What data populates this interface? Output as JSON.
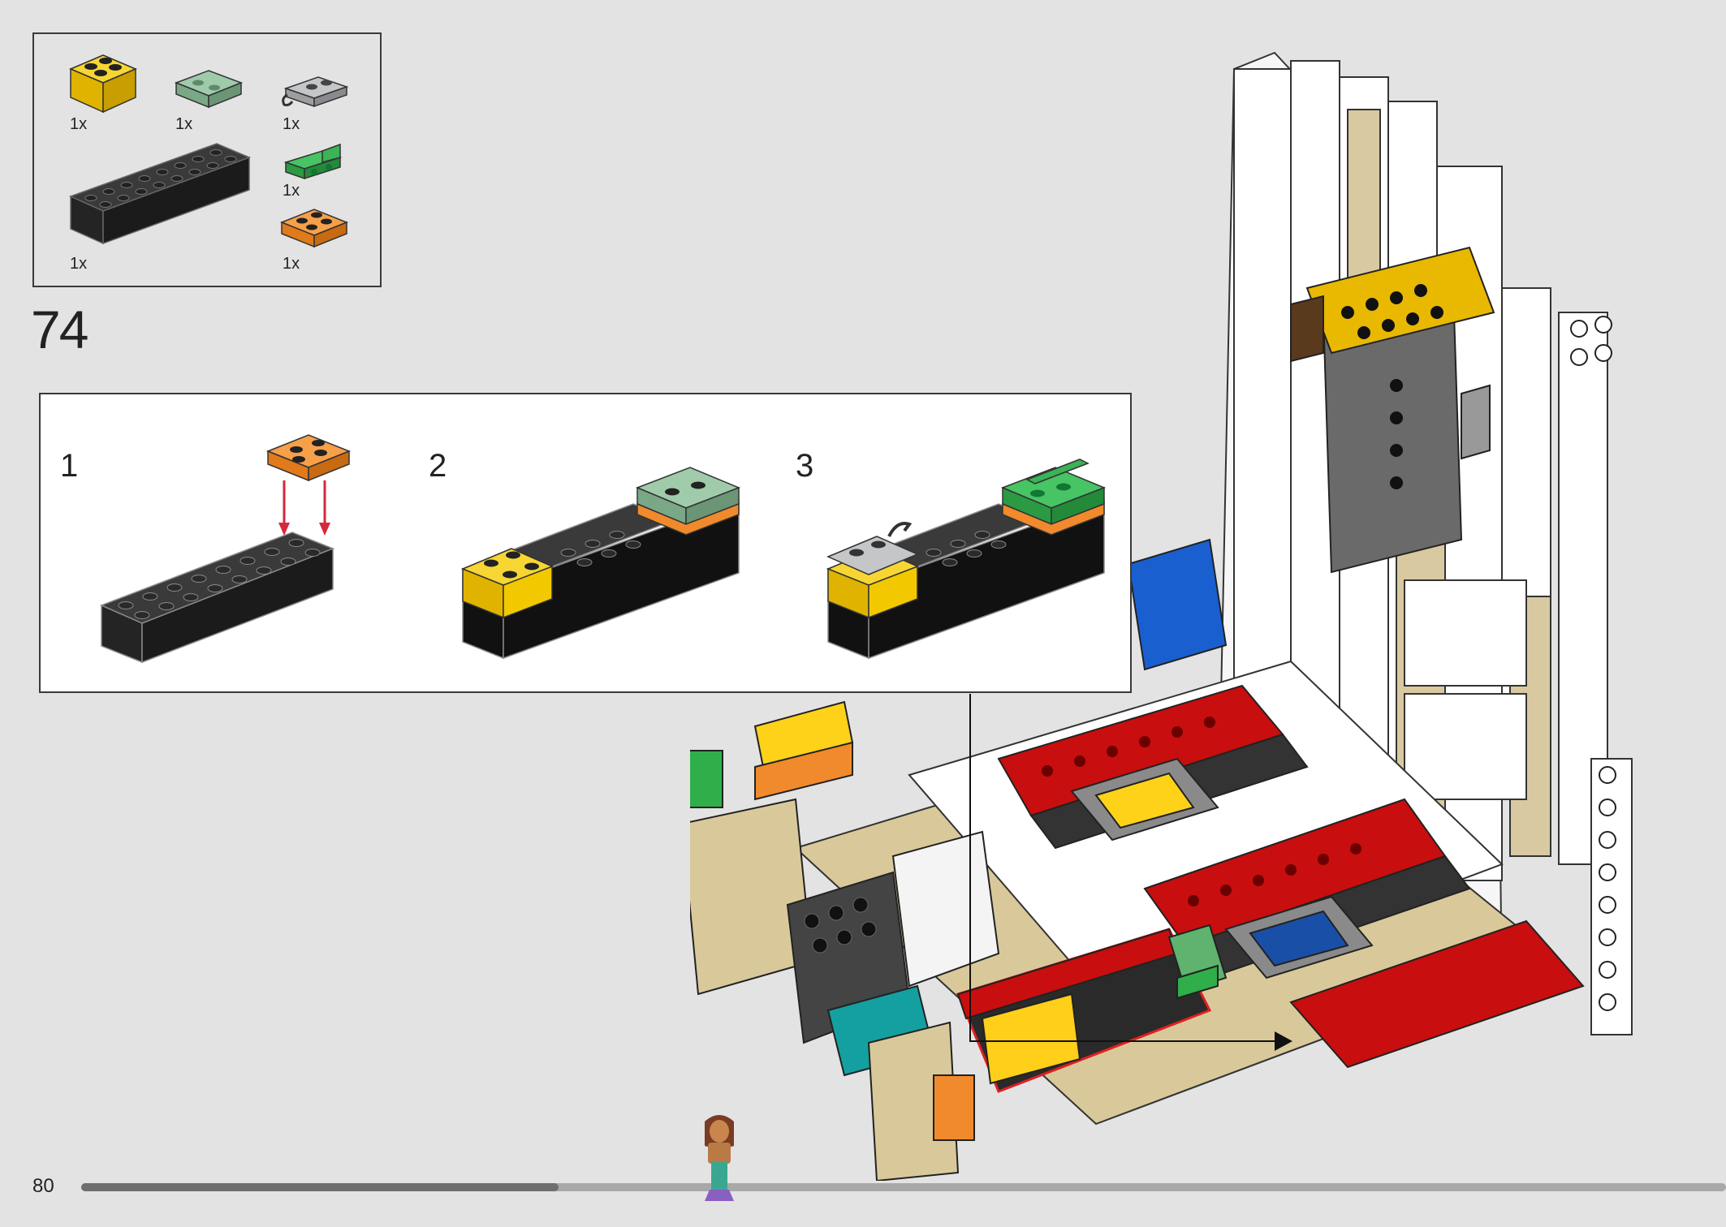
{
  "parts_list": {
    "items": [
      {
        "part": "yellow 2x2 brick",
        "color": "#f5cd1f",
        "qty": "1x"
      },
      {
        "part": "sand green 2x2 plate",
        "color": "#8fbf9c",
        "qty": "1x"
      },
      {
        "part": "light grey plate with clip",
        "color": "#a5a7aa",
        "qty": "1x"
      },
      {
        "part": "black 2x8 brick",
        "color": "#2f2f2f",
        "qty": "1x"
      },
      {
        "part": "green bracket",
        "color": "#2fae4a",
        "qty": "1x"
      },
      {
        "part": "orange 2x2 plate",
        "color": "#f08a2c",
        "qty": "1x"
      }
    ]
  },
  "step": {
    "number": "74"
  },
  "substeps": [
    {
      "label": "1"
    },
    {
      "label": "2"
    },
    {
      "label": "3"
    }
  ],
  "footer": {
    "page_number": "80",
    "progress": 0.29
  },
  "colors": {
    "background": "#e3e3e3",
    "highlight_outline": "#e02020",
    "arrow": "#d6283c",
    "progress_done": "#6f6f6f",
    "progress_remaining": "#a8a8a8"
  }
}
